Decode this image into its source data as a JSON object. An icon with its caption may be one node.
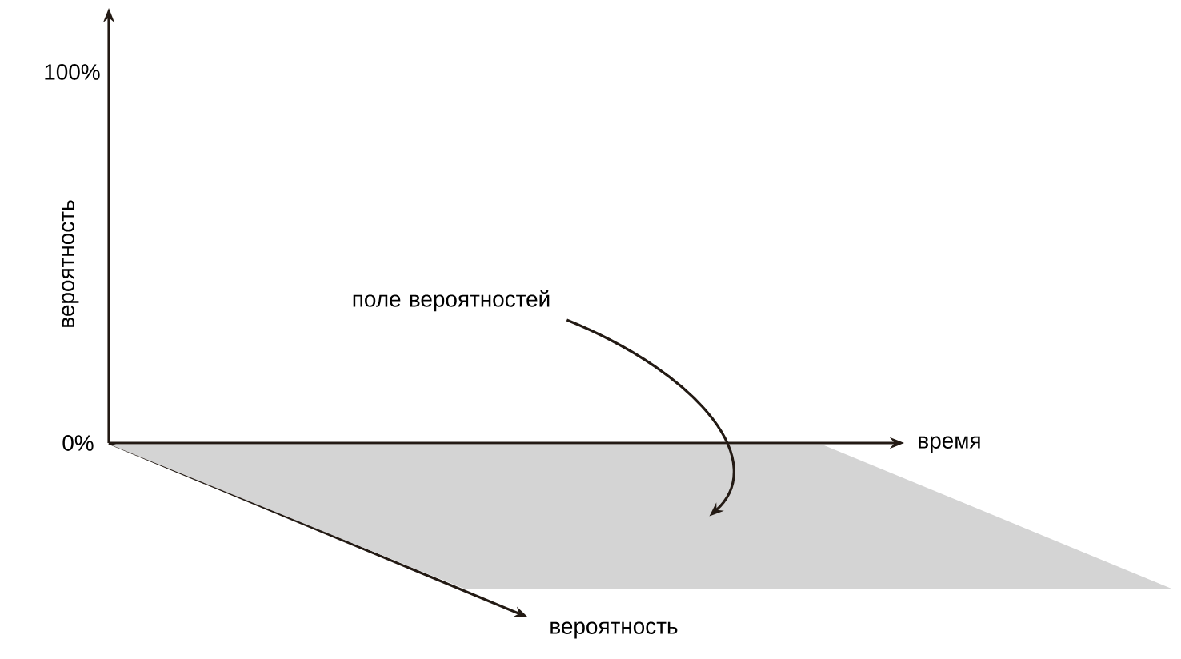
{
  "diagram": {
    "nodes": [
      {
        "text": [
          "поле вероятностей"
        ]
      },
      {
        "text": [],
        "shape": "parallelogram"
      }
    ],
    "edges": [
      {
        "from": 0,
        "to": 1,
        "arrow": "to"
      }
    ],
    "labels": [
      "100%",
      "вероятность",
      "0%",
      "время",
      "вероятность"
    ]
  }
}
